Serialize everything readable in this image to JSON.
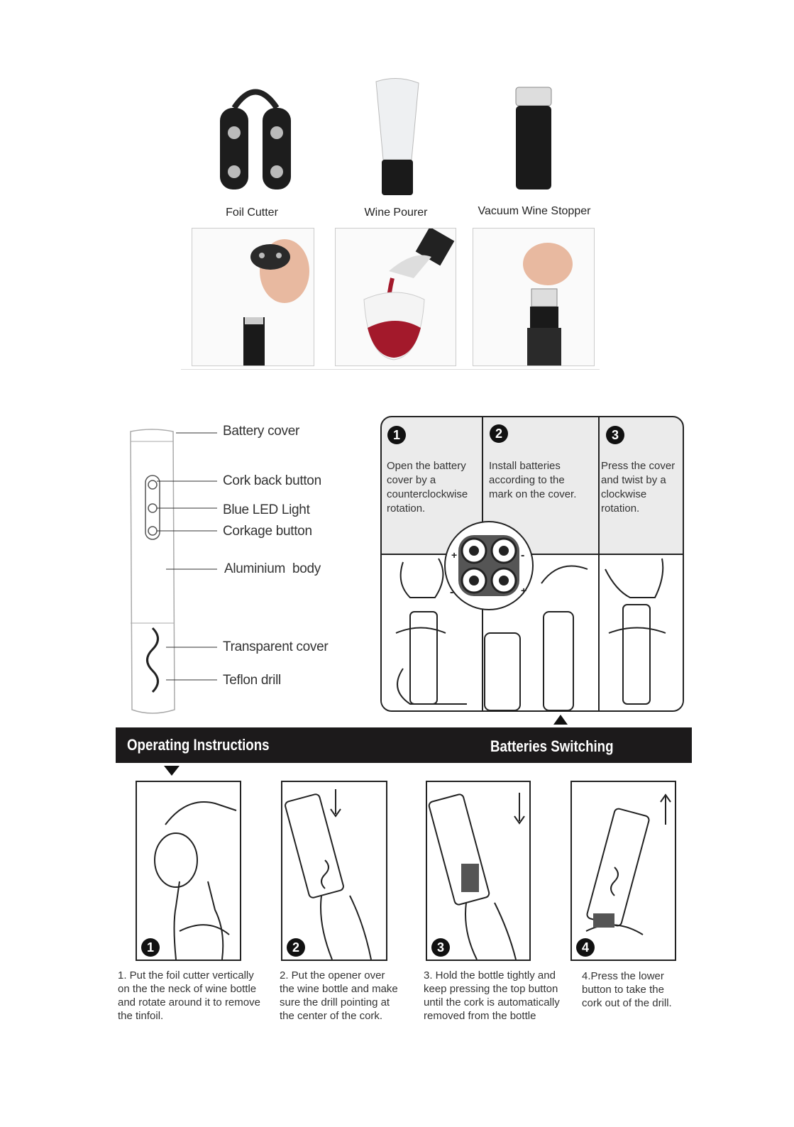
{
  "accessories": {
    "items": [
      {
        "label": "Foil Cutter"
      },
      {
        "label": "Wine Pourer"
      },
      {
        "label": "Vacuum Wine Stopper"
      }
    ]
  },
  "parts": {
    "labels": [
      "Battery cover",
      "Cork back button",
      "Blue LED Light",
      "Corkage button",
      "Aluminium  body",
      "Transparent cover",
      "Teflon drill"
    ]
  },
  "batteries": {
    "steps": [
      {
        "num": "1",
        "text": "Open the battery\ncover by a\ncounterclockwise\nrotation."
      },
      {
        "num": "2",
        "text": "Install batteries\naccording to the\nmark on the cover."
      },
      {
        "num": "3",
        "text": "Press the cover\nand twist by a\nclockwise\nrotation."
      }
    ],
    "plus": "+",
    "minus": "-"
  },
  "banner": {
    "left": "Operating Instructions",
    "right": "Batteries Switching"
  },
  "operating": {
    "steps": [
      {
        "num": "1",
        "text": "1. Put the foil cutter vertically\n on the the neck of wine bottle\nand rotate around it to remove\n the tinfoil."
      },
      {
        "num": "2",
        "text": "2. Put the opener over\n the wine bottle and make\nsure the drill pointing at\nthe center of the cork."
      },
      {
        "num": "3",
        "text": "3. Hold the bottle tightly and\nkeep pressing the top button\n until the cork is automatically\n removed from the bottle"
      },
      {
        "num": "4",
        "text": "4.Press the lower\nbutton to take the\ncork out of the drill."
      }
    ]
  },
  "colors": {
    "banner_bg": "#1c1a1b",
    "wine_red": "#a3192b",
    "panel_gray": "#ebebeb"
  }
}
